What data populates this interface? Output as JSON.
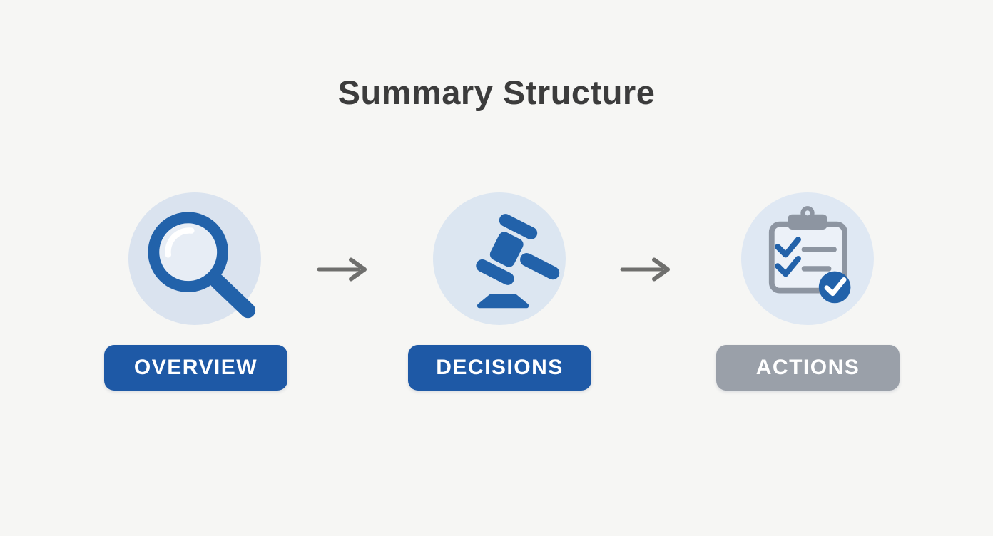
{
  "title": "Summary Structure",
  "colors": {
    "background": "#f6f6f4",
    "title_text": "#3c3c3c",
    "icon_blue": "#2262aa",
    "lens_tint": "#e7edf5",
    "clipboard_gray": "#8d95a1",
    "arrow_gray": "#6f6f6d",
    "button_text": "#ffffff",
    "white": "#ffffff"
  },
  "steps": [
    {
      "id": "overview",
      "label": "OVERVIEW",
      "icon": "magnifier-icon",
      "circle_color": "#dae3ef",
      "badge_color": "#1e59a6"
    },
    {
      "id": "decisions",
      "label": "DECISIONS",
      "icon": "gavel-icon",
      "circle_color": "#dce6f1",
      "badge_color": "#1e59a6"
    },
    {
      "id": "actions",
      "label": "ACTIONS",
      "icon": "checklist-icon",
      "circle_color": "#dfe8f3",
      "badge_color": "#9aa0a9"
    }
  ],
  "connectors": {
    "icon": "arrow-right-icon",
    "count": 2
  }
}
